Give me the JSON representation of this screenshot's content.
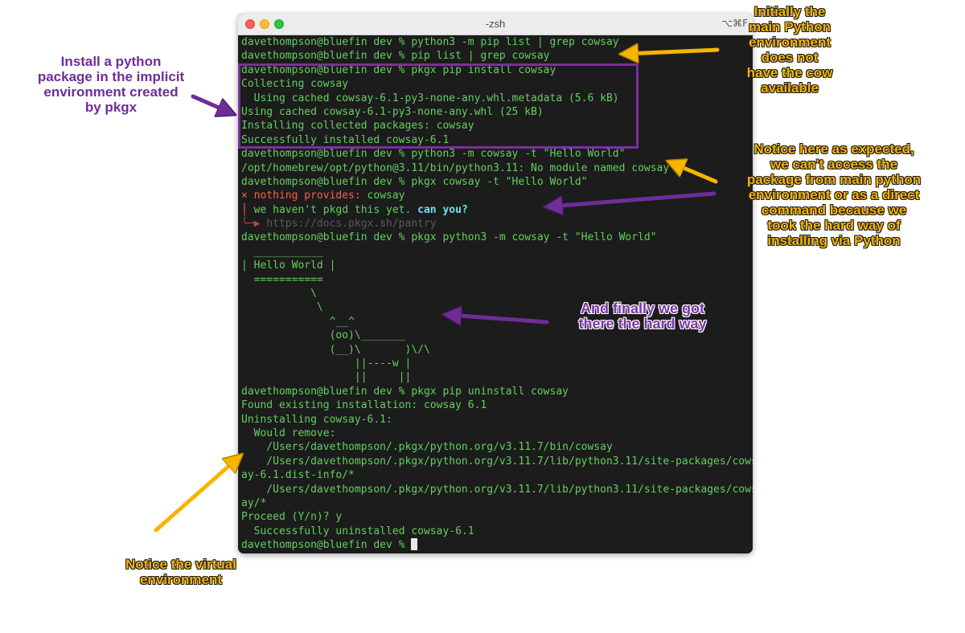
{
  "window": {
    "title": "-zsh",
    "shortcut": "⌥⌘F"
  },
  "terminal_lines": [
    [
      "davethompson@bluefin dev % python3 -m pip list | grep cowsay"
    ],
    [
      "davethompson@bluefin dev % pip list | grep cowsay"
    ],
    [
      "davethompson@bluefin dev % pkgx pip install cowsay"
    ],
    [
      "Collecting cowsay"
    ],
    [
      "  Using cached cowsay-6.1-py3-none-any.whl.metadata (5.6 kB)"
    ],
    [
      "Using cached cowsay-6.1-py3-none-any.whl (25 kB)"
    ],
    [
      "Installing collected packages: cowsay"
    ],
    [
      "Successfully installed cowsay-6.1"
    ],
    [
      "davethompson@bluefin dev % python3 -m cowsay -t \"Hello World\""
    ],
    [
      "/opt/homebrew/opt/python@3.11/bin/python3.11: No module named cowsay"
    ],
    [
      "davethompson@bluefin dev % pkgx cowsay -t \"Hello World\""
    ],
    [
      "× nothing provides: ",
      "cowsay"
    ],
    [
      "│ ",
      "we haven't pkgd this yet. ",
      "can you?"
    ],
    [
      "╰─▶ ",
      "https://docs.pkgx.sh/pantry"
    ],
    [
      "davethompson@bluefin dev % pkgx python3 -m cowsay -t \"Hello World\""
    ],
    [
      "  ___________"
    ],
    [
      "| Hello World |"
    ],
    [
      "  ==========="
    ],
    [
      "           \\"
    ],
    [
      "            \\"
    ],
    [
      "              ^__^"
    ],
    [
      "              (oo)\\_______"
    ],
    [
      "              (__)\\       )\\/\\"
    ],
    [
      "                  ||----w |"
    ],
    [
      "                  ||     ||"
    ],
    [
      "davethompson@bluefin dev % pkgx pip uninstall cowsay"
    ],
    [
      "Found existing installation: cowsay 6.1"
    ],
    [
      "Uninstalling cowsay-6.1:"
    ],
    [
      "  Would remove:"
    ],
    [
      "    /Users/davethompson/.pkgx/python.org/v3.11.7/bin/cowsay"
    ],
    [
      "    /Users/davethompson/.pkgx/python.org/v3.11.7/lib/python3.11/site-packages/cows"
    ],
    [
      "ay-6.1.dist-info/*"
    ],
    [
      "    /Users/davethompson/.pkgx/python.org/v3.11.7/lib/python3.11/site-packages/cows"
    ],
    [
      "ay/*"
    ],
    [
      "Proceed (Y/n)? y"
    ],
    [
      "  Successfully uninstalled cowsay-6.1"
    ],
    [
      "davethompson@bluefin dev % "
    ]
  ],
  "annotations": {
    "top_right": [
      "Initially the",
      "main Python",
      "environment",
      "does not",
      "have the cow",
      "available"
    ],
    "top_left": [
      "Install a python",
      "package in the implicit",
      "environment created",
      "by pkgx"
    ],
    "mid_right": [
      "Notice here as expected,",
      "we can't access the",
      "package from main python",
      "environment or as a direct",
      "command because we",
      "took the hard way of",
      "installing via Python"
    ],
    "cow": [
      "And finally we got",
      "there the hard way"
    ],
    "bottom_left": [
      "Notice the virtual",
      "environment"
    ]
  },
  "colors": {
    "terminal_bg": "#1c1c1c",
    "terminal_text": "#63d05d",
    "error_red": "#ff5c4d",
    "hint_cyan": "#67e2ee",
    "annotation_orange": "#f7b500",
    "annotation_purple": "#6e2d97"
  }
}
